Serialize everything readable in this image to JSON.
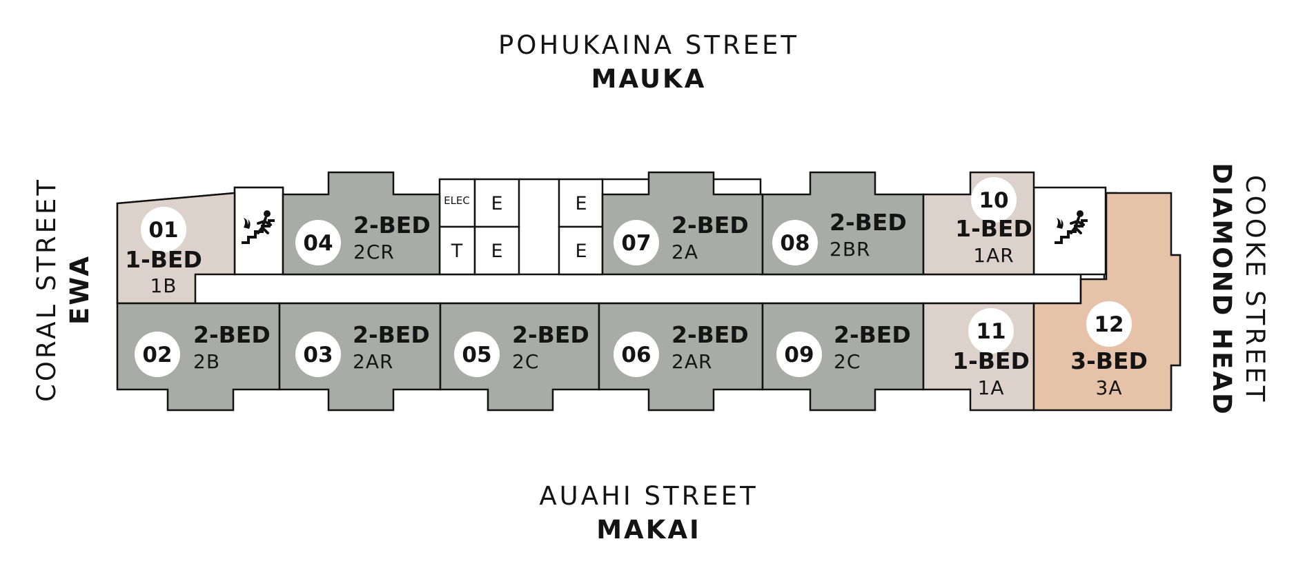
{
  "labels": {
    "top_street": "POHUKAINA STREET",
    "top_direction": "MAUKA",
    "bottom_street": "AUAHI STREET",
    "bottom_direction": "MAKAI",
    "left_street": "CORAL STREET",
    "left_direction": "EWA",
    "right_street": "COOKE STREET",
    "right_direction": "DIAMOND HEAD"
  },
  "colors": {
    "two_bed": "#a9aca6",
    "one_bed": "#dcd2cb",
    "three_bed": "#e6c2a8",
    "outline": "#111111",
    "badge": "#ffffff"
  },
  "service_rooms": {
    "elec": "ELEC",
    "elevator_1": "E",
    "trash": "T",
    "elevator_2": "E",
    "elevator_3": "E",
    "elevator_4": "E"
  },
  "stairs": [
    {
      "name": "stairs-west",
      "icon": "emergency-stairs-icon"
    },
    {
      "name": "stairs-east",
      "icon": "emergency-stairs-icon"
    }
  ],
  "units": [
    {
      "number": "01",
      "beds": "1-BED",
      "code": "1B",
      "type": "one_bed"
    },
    {
      "number": "02",
      "beds": "2-BED",
      "code": "2B",
      "type": "two_bed"
    },
    {
      "number": "03",
      "beds": "2-BED",
      "code": "2AR",
      "type": "two_bed"
    },
    {
      "number": "04",
      "beds": "2-BED",
      "code": "2CR",
      "type": "two_bed"
    },
    {
      "number": "05",
      "beds": "2-BED",
      "code": "2C",
      "type": "two_bed"
    },
    {
      "number": "06",
      "beds": "2-BED",
      "code": "2AR",
      "type": "two_bed"
    },
    {
      "number": "07",
      "beds": "2-BED",
      "code": "2A",
      "type": "two_bed"
    },
    {
      "number": "08",
      "beds": "2-BED",
      "code": "2BR",
      "type": "two_bed"
    },
    {
      "number": "09",
      "beds": "2-BED",
      "code": "2C",
      "type": "two_bed"
    },
    {
      "number": "10",
      "beds": "1-BED",
      "code": "1AR",
      "type": "one_bed"
    },
    {
      "number": "11",
      "beds": "1-BED",
      "code": "1A",
      "type": "one_bed"
    },
    {
      "number": "12",
      "beds": "3-BED",
      "code": "3A",
      "type": "three_bed"
    }
  ]
}
